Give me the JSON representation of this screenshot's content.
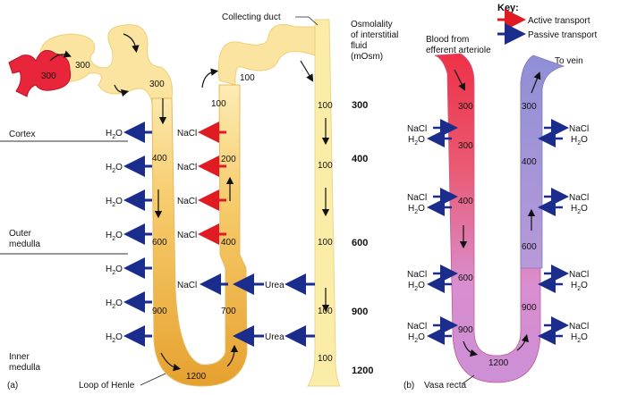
{
  "panel_a": {
    "label": "(a)",
    "collecting_duct_label": "Collecting duct",
    "osmolality_heading": [
      "Osmolality",
      "of interstitial",
      "fluid",
      "(mOsm)"
    ],
    "scale": [
      "300",
      "400",
      "600",
      "900",
      "1200"
    ],
    "zones": {
      "cortex": "Cortex",
      "outer": [
        "Outer",
        "medulla"
      ],
      "inner": [
        "Inner",
        "medulla"
      ]
    },
    "loop_label": "Loop of Henle",
    "vessel_values": [
      "300",
      "300"
    ],
    "descending_values": [
      "300",
      "400",
      "600",
      "900"
    ],
    "bottom_value": "1200",
    "ascending_values": [
      "100",
      "200",
      "400",
      "700"
    ],
    "duct_values": [
      "100",
      "100",
      "100",
      "100",
      "100",
      "100"
    ],
    "h2o_labels": [
      "H",
      "2",
      "O"
    ],
    "nacl": "NaCl",
    "urea": "Urea"
  },
  "panel_b": {
    "label": "(b)",
    "key_title": "Key:",
    "key_active": "Active transport",
    "key_passive": "Passive transport",
    "blood_from": [
      "Blood from",
      "efferent arteriole"
    ],
    "to_vein": "To vein",
    "left_values": [
      "300",
      "300",
      "400",
      "600",
      "900"
    ],
    "bottom_value": "1200",
    "right_values": [
      "300",
      "400",
      "600",
      "900"
    ],
    "vasa_label": "Vasa recta",
    "nacl": "NaCl",
    "h2o_labels": [
      "H",
      "2",
      "O"
    ]
  },
  "colors": {
    "tubule_light": "#fbe3a0",
    "tubule_dark": "#e9a93a",
    "duct": "#fbeca8",
    "vessel_red": "#e8253a",
    "active": "#e01b24",
    "passive": "#1a2d8c",
    "vasa_top": "#ee3a4e",
    "vasa_mid": "#d58ad0",
    "vasa_right": "#8e88cc"
  }
}
